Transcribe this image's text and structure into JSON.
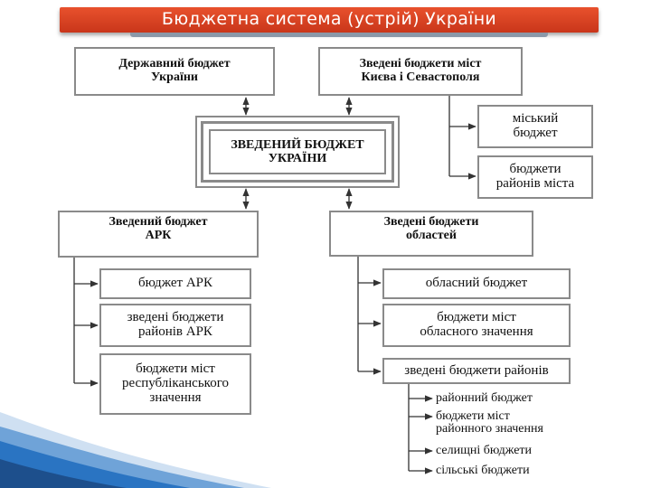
{
  "title": "Бюджетна система (устрій) України",
  "boxes": {
    "state_budget": [
      "Державний бюджет",
      "України"
    ],
    "cities_kyiv_sev": [
      "Зведені бюджети міст",
      "Києва і Севастополя"
    ],
    "city_budget": [
      "міський",
      "бюджет"
    ],
    "city_district_budgets": [
      "бюджети",
      "районів міста"
    ],
    "consolidated": [
      "ЗВЕДЕНИЙ БЮДЖЕТ",
      "УКРАЇНИ"
    ],
    "ark_consolidated": [
      "Зведений бюджет",
      "АРК"
    ],
    "oblast_consolidated": [
      "Зведені бюджети",
      "областей"
    ],
    "ark_budget": "бюджет АРК",
    "ark_districts": [
      "зведені бюджети",
      "районів АРК"
    ],
    "ark_republic_cities": [
      "бюджети міст",
      "республіканського",
      "значення"
    ],
    "oblast_budget": "обласний бюджет",
    "oblast_cities": [
      "бюджети міст",
      "обласного значення"
    ],
    "district_consolidated": "зведені бюджети районів"
  },
  "district_items": [
    [
      "районний бюджет"
    ],
    [
      "бюджети міст",
      "районного значення"
    ],
    [
      "селищні бюджети"
    ],
    [
      "сільські бюджети"
    ]
  ],
  "colors": {
    "title_bg": "#d94425",
    "border": "#8a8a8a",
    "corner_accent": "#2a74c2"
  }
}
